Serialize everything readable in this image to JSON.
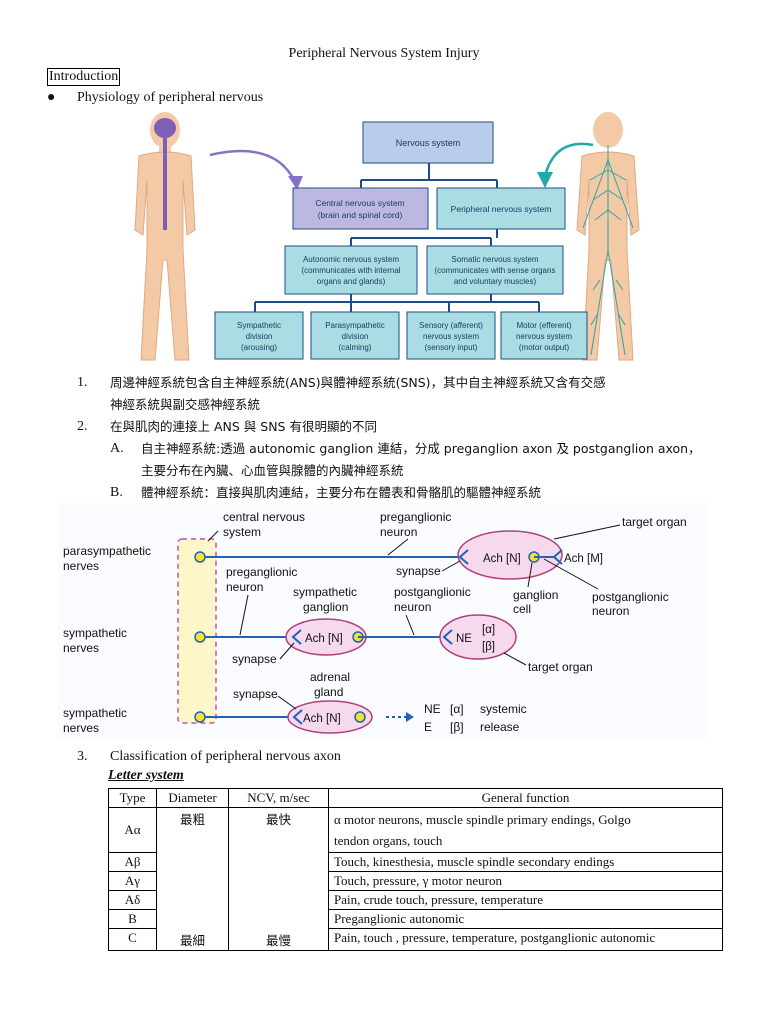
{
  "page_title": "Peripheral Nervous System Injury",
  "section_label": "Introduction",
  "bullet_marker": "●",
  "bullet_text": "Physiology of peripheral nervous",
  "figure1": {
    "nervous_system": "Nervous system",
    "cns": [
      "Central nervous system",
      "(brain and spinal cord)"
    ],
    "pns": "Peripheral nervous system",
    "autonomic": [
      "Autonomic nervous system",
      "(communicates with internal",
      "organs and glands)"
    ],
    "somatic": [
      "Somatic nervous system",
      "(communicates with sense organs",
      "and voluntary muscles)"
    ],
    "sympathetic": [
      "Sympathetic",
      "division",
      "(arousing)"
    ],
    "parasympathetic": [
      "Parasympathetic",
      "division",
      "(calming)"
    ],
    "sensory": [
      "Sensory (afferent)",
      "nervous system",
      "(sensory input)"
    ],
    "motor": [
      "Motor (efferent)",
      "nervous system",
      "(motor output)"
    ]
  },
  "list1": {
    "n1": "1.",
    "t1a": "周邊神經系統包含自主神經系統(ANS)與體神經系統(SNS)，其中自主神經系統又含有交感",
    "t1b": "神經系統與副交感神經系統",
    "n2": "2.",
    "t2": "在與肌肉的連接上 ANS 與 SNS 有很明顯的不同",
    "nA": "A.",
    "tAa": "自主神經系統:透過 autonomic ganglion 連結，分成 preganglion axon 及 postganglion axon，",
    "tAb": "主要分布在內臟、心血管與腺體的內臟神經系統",
    "nB": "B.",
    "tB": "體神經系統：直接與肌肉連結，主要分布在體表和骨骼肌的驅體神經系統"
  },
  "figure2": {
    "parasympathetic_nerves": [
      "parasympathetic",
      "nerves"
    ],
    "sympathetic_nerves": [
      "sympathetic",
      "nerves"
    ],
    "cns": [
      "central nervous",
      "system"
    ],
    "preganglionic_neuron": [
      "preganglionic",
      "neuron"
    ],
    "target_organ": "target organ",
    "ach_n": "Ach [N]",
    "ach_m": "Ach [M]",
    "synapse": "synapse",
    "ganglion_cell": [
      "ganglion",
      "cell"
    ],
    "postganglionic_neuron": [
      "postganglionic",
      "neuron"
    ],
    "sympathetic_ganglion": [
      "sympathetic",
      "ganglion"
    ],
    "ne": "NE",
    "alpha": "[α]",
    "beta": "[β]",
    "adrenal_gland": [
      "adrenal",
      "gland"
    ],
    "e": "E",
    "systemic_release": [
      "systemic",
      "release"
    ]
  },
  "item3": {
    "num": "3.",
    "text": "Classification of peripheral nervous axon"
  },
  "letter_system": "Letter system",
  "table": {
    "headers": [
      "Type",
      "Diameter",
      "NCV, m/sec",
      "General function"
    ],
    "rows": [
      {
        "type": "Aα",
        "diameter": "最粗",
        "ncv": "最快",
        "function_a": "α motor neurons, muscle spindle primary endings, Golgo",
        "function_b": "tendon organs, touch"
      },
      {
        "type": "Aβ",
        "diameter": "",
        "ncv": "",
        "function_a": "Touch, kinesthesia, muscle spindle secondary endings"
      },
      {
        "type": "Aγ",
        "diameter": "",
        "ncv": "",
        "function_a": "Touch, pressure,  γ  motor neuron"
      },
      {
        "type": "Aδ",
        "diameter": "",
        "ncv": "",
        "function_a": "Pain, crude touch, pressure, temperature"
      },
      {
        "type": "B",
        "diameter": "",
        "ncv": "",
        "function_a": "Preganglionic autonomic"
      },
      {
        "type": "C",
        "diameter": "最細",
        "ncv": "最慢",
        "function_a": "Pain, touch , pressure, temperature, postganglionic autonomic"
      }
    ]
  },
  "colors": {
    "box_blue": "#b9cdea",
    "box_purple": "#bdb8e2",
    "box_teal": "#a9dde3",
    "neuron_blue": "#1f63b8",
    "ganglion_pink": "#f6d9ec",
    "cns_yellow": "#fdf6c9",
    "body_skin": "#f4c9a6",
    "nerve_teal": "#2aa7a0"
  }
}
